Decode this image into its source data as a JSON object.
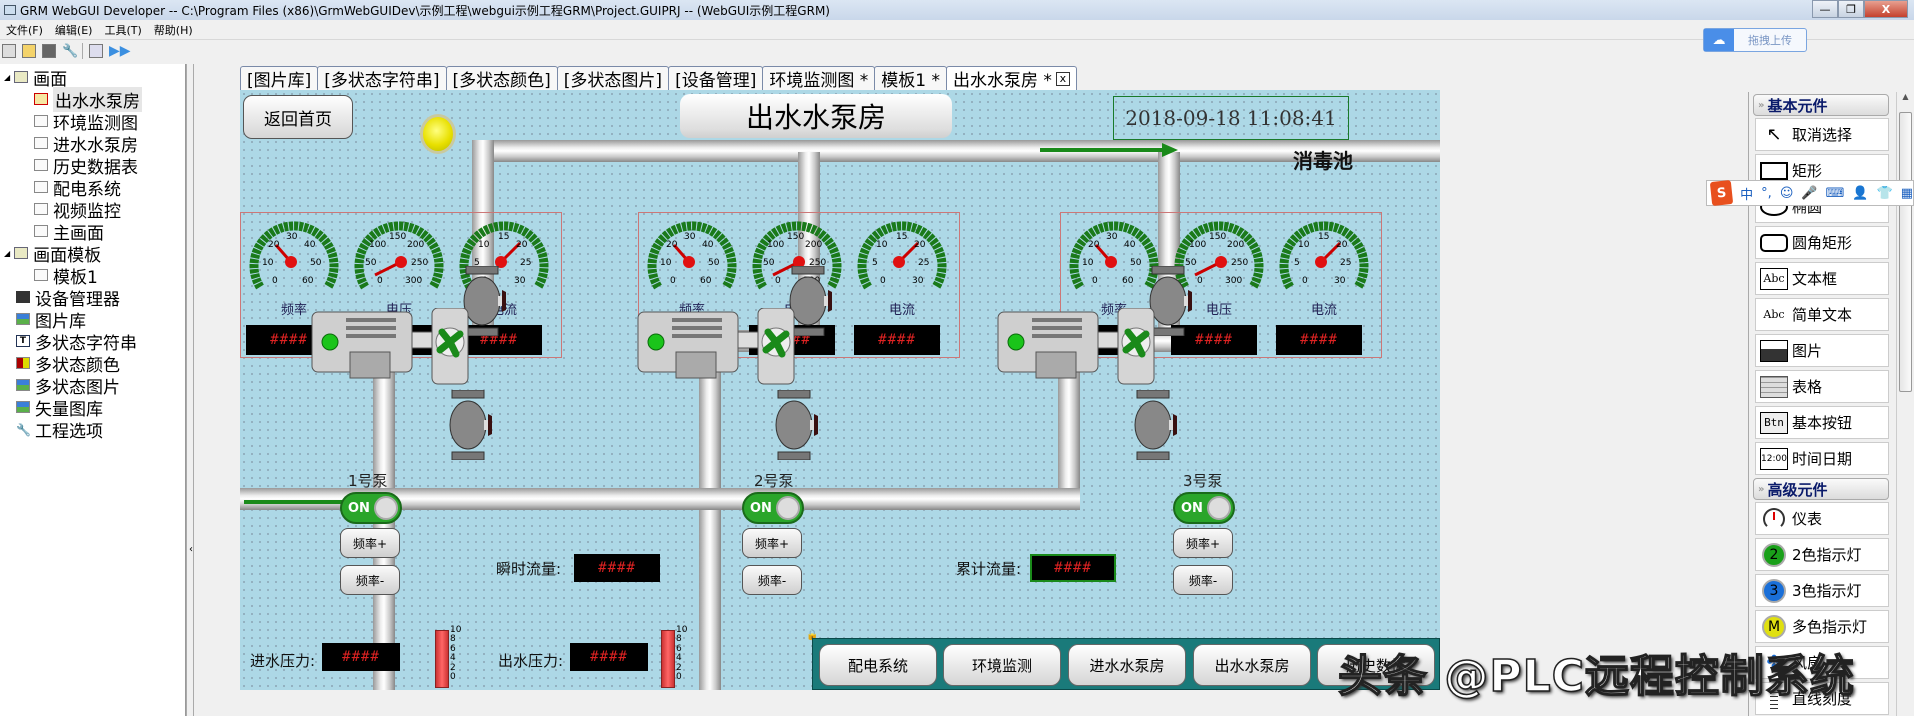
{
  "window": {
    "title": "GRM WebGUI Developer -- C:\\Program Files (x86)\\GrmWebGUIDev\\示例工程\\webgui示例工程GRM\\Project.GUIPRJ -- (WebGUI示例工程GRM)",
    "minimize": "—",
    "maximize": "❐",
    "close": "X"
  },
  "menu": [
    "文件(F)",
    "编辑(E)",
    "工具(T)",
    "帮助(H)"
  ],
  "toolbar": {
    "icons": [
      "new-file-icon",
      "open-folder-icon",
      "copy-icon",
      "settings-wrench-icon",
      "grid-icon",
      "run-icon"
    ]
  },
  "upload_widget": {
    "icon": "cloud-icon",
    "label": "拖拽上传"
  },
  "tree": {
    "screens_root": "画面",
    "screens": [
      "出水水泵房",
      "环境监测图",
      "进水水泵房",
      "历史数据表",
      "配电系统",
      "视频监控",
      "主画面"
    ],
    "selected": "出水水泵房",
    "templates_root": "画面模板",
    "templates": [
      "模板1"
    ],
    "others": [
      "设备管理器",
      "图片库",
      "多状态字符串",
      "多状态颜色",
      "多状态图片",
      "矢量图库",
      "工程选项"
    ]
  },
  "tabs": [
    {
      "label": "[图片库]",
      "active": false
    },
    {
      "label": "[多状态字符串]",
      "active": false
    },
    {
      "label": "[多状态颜色]",
      "active": false
    },
    {
      "label": "[多状态图片]",
      "active": false
    },
    {
      "label": "[设备管理]",
      "active": false
    },
    {
      "label": "环境监测图  *",
      "active": false
    },
    {
      "label": "模板1  *",
      "active": false
    },
    {
      "label": "出水水泵房  *",
      "active": true,
      "close": "x"
    }
  ],
  "canvas": {
    "home_button": "返回首页",
    "title": "出水水泵房",
    "datetime": "2018-09-18 11:08:41",
    "pool_label": "消毒池",
    "gauge_panels": [
      {
        "gauges": [
          {
            "label": "频率",
            "ticks": [
              "0",
              "10",
              "20",
              "30",
              "40",
              "50",
              "60"
            ],
            "value": 20,
            "max": 60
          },
          {
            "label": "电压",
            "ticks": [
              "0",
              "50",
              "100",
              "150",
              "200",
              "250",
              "300"
            ],
            "value": 20,
            "max": 300
          },
          {
            "label": "电流",
            "ticks": [
              "0",
              "5",
              "10",
              "15",
              "20",
              "25",
              "30"
            ],
            "value": 21,
            "max": 30
          }
        ],
        "leds": [
          "####",
          "####",
          "####"
        ]
      },
      {
        "gauges": [
          {
            "label": "频率",
            "ticks": [
              "0",
              "10",
              "20",
              "30",
              "40",
              "50",
              "60"
            ],
            "value": 20,
            "max": 60
          },
          {
            "label": "电压",
            "ticks": [
              "0",
              "50",
              "100",
              "150",
              "200",
              "250",
              "300"
            ],
            "value": 20,
            "max": 300
          },
          {
            "label": "电流",
            "ticks": [
              "0",
              "5",
              "10",
              "15",
              "20",
              "25",
              "30"
            ],
            "value": 21,
            "max": 30
          }
        ],
        "leds": [
          "####",
          "####",
          "####"
        ]
      },
      {
        "gauges": [
          {
            "label": "频率",
            "ticks": [
              "0",
              "10",
              "20",
              "30",
              "40",
              "50",
              "60"
            ],
            "value": 20,
            "max": 60
          },
          {
            "label": "电压",
            "ticks": [
              "0",
              "50",
              "100",
              "150",
              "200",
              "250",
              "300"
            ],
            "value": 20,
            "max": 300
          },
          {
            "label": "电流",
            "ticks": [
              "0",
              "5",
              "10",
              "15",
              "20",
              "25",
              "30"
            ],
            "value": 21,
            "max": 30
          }
        ],
        "leds": [
          "####",
          "####",
          "####"
        ]
      }
    ],
    "pumps": [
      {
        "label": "1号泵",
        "toggle": "ON",
        "freq_up": "频率+",
        "freq_down": "频率-"
      },
      {
        "label": "2号泵",
        "toggle": "ON",
        "freq_up": "频率+",
        "freq_down": "频率-"
      },
      {
        "label": "3号泵",
        "toggle": "ON",
        "freq_up": "频率+",
        "freq_down": "频率-"
      }
    ],
    "instant_flow": {
      "label": "瞬时流量:",
      "value": "####"
    },
    "total_flow": {
      "label": "累计流量:",
      "value": "####"
    },
    "inlet_pressure": {
      "label": "进水压力:",
      "value": "####"
    },
    "outlet_pressure": {
      "label": "出水压力:",
      "value": "####"
    },
    "scale_ticks": [
      "10",
      "8",
      "6",
      "4",
      "2",
      "0"
    ],
    "nav_buttons": [
      "配电系统",
      "环境监测",
      "进水水泵房",
      "出水水泵房",
      "历史数据"
    ]
  },
  "toolbox": {
    "basic_header": "基本元件",
    "basic_items": [
      {
        "label": "取消选择",
        "icon": "cursor-icon"
      },
      {
        "label": "矩形",
        "icon": "rectangle-icon"
      },
      {
        "label": "椭圆",
        "icon": "ellipse-icon"
      },
      {
        "label": "圆角矩形",
        "icon": "rounded-rect-icon"
      },
      {
        "label": "文本框",
        "icon": "textbox-icon",
        "glyph": "Abc"
      },
      {
        "label": "简单文本",
        "icon": "simple-text-icon",
        "glyph": "Abc"
      },
      {
        "label": "图片",
        "icon": "picture-icon"
      },
      {
        "label": "表格",
        "icon": "table-icon"
      },
      {
        "label": "基本按钮",
        "icon": "button-icon",
        "glyph": "Btn"
      },
      {
        "label": "时间日期",
        "icon": "clock-icon",
        "glyph": "12:00"
      }
    ],
    "advanced_header": "高级元件",
    "advanced_items": [
      {
        "label": "仪表",
        "icon": "gauge-icon"
      },
      {
        "label": "2色指示灯",
        "icon": "indicator-2-icon",
        "glyph": "2",
        "color": "#1aa01a"
      },
      {
        "label": "3色指示灯",
        "icon": "indicator-3-icon",
        "glyph": "3",
        "color": "#1a6fd8"
      },
      {
        "label": "多色指示灯",
        "icon": "indicator-m-icon",
        "glyph": "M",
        "color": "#e0e010"
      },
      {
        "label": "风扇",
        "icon": "fan-icon"
      },
      {
        "label": "直线刻度",
        "icon": "linear-scale-icon"
      }
    ]
  },
  "ime_bar": {
    "logo": "S",
    "items": [
      "中",
      "°,",
      "☺",
      "🎤",
      "⌨",
      "👤",
      "👕",
      "▦"
    ]
  },
  "watermark": "头条 @PLC远程控制系统",
  "colors": {
    "canvas_bg": "#add8e6",
    "nav_bar": "#1a7a7a",
    "gauge_green": "#1a7a1a",
    "needle_red": "#e01010",
    "led_red": "#dd2222",
    "toggle_green": "#2aa52a"
  }
}
